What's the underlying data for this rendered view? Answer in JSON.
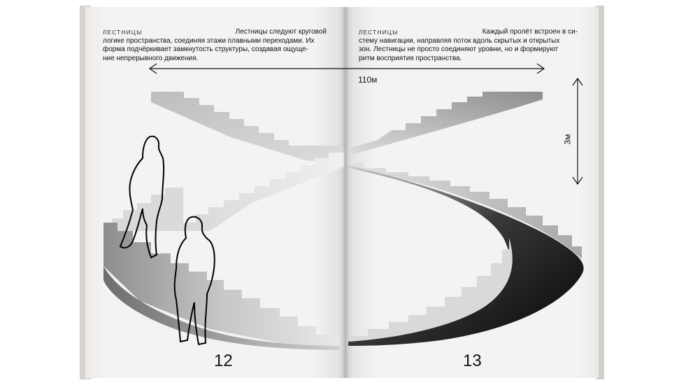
{
  "left_page": {
    "section_label": "ЛЕСТНИЦЫ",
    "paragraph_lines": [
      "Лестницы следуют круговой",
      "логике пространства, соединяя этажи плавными переходами. Их",
      "форма подчёркивает замкнутость структуры, создавая ощуще-",
      "ние непрерывного движения."
    ],
    "page_number": "12"
  },
  "right_page": {
    "section_label": "ЛЕСТНИЦЫ",
    "paragraph_lines": [
      "Каждый пролёт встроен в си-",
      "стему навигации, направляя поток вдоль скрытых и открытых",
      "зон. Лестницы не просто соединяют уровни, но и формируют",
      "ритм восприятия пространства."
    ],
    "page_number": "13"
  },
  "dimensions": {
    "width_label": "110м",
    "height_label": "3м"
  }
}
